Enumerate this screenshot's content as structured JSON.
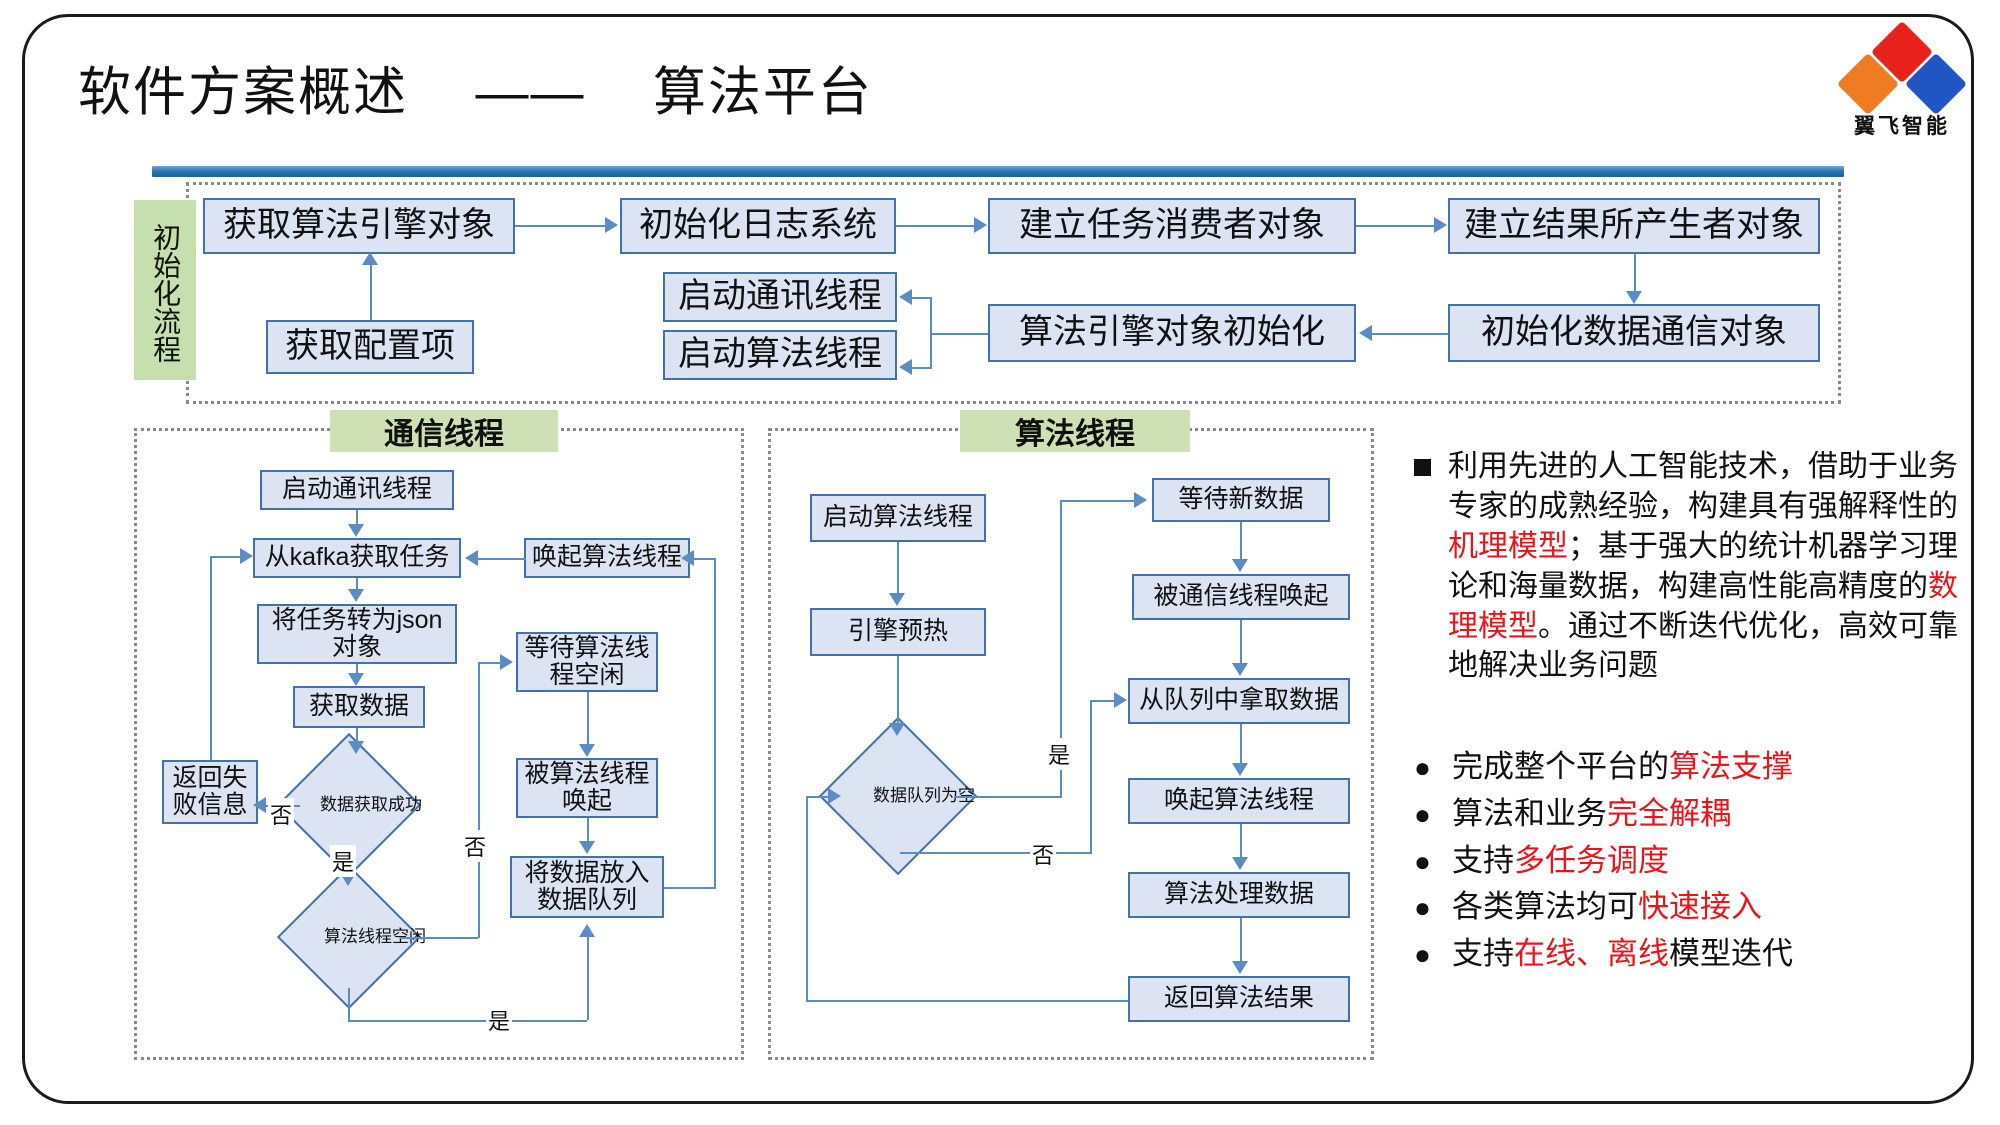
{
  "slide": {
    "title_left": "软件方案概述",
    "title_dash": "——",
    "title_right": "算法平台"
  },
  "logo": {
    "text": "翼飞智能",
    "colors": {
      "top": "#e8211b",
      "left": "#ef7b22",
      "right": "#1f56c4"
    }
  },
  "colors": {
    "box_fill": "#dce3f2",
    "box_border": "#4271ab",
    "connector": "#5b8cc4",
    "green_label": "#c5dfae",
    "green_tab": "#cfe0b4",
    "accent_red": "#e8151a",
    "rule_blue": "#2e75b6"
  },
  "init_flow": {
    "label": "初始化流程",
    "boxes": {
      "b1": "获取算法引擎对象",
      "b2": "获取配置项",
      "b3": "初始化日志系统",
      "b4": "启动通讯线程",
      "b5": "启动算法线程",
      "b6": "建立任务消费者对象",
      "b7": "算法引擎对象初始化",
      "b8": "建立结果所产生者对象",
      "b9": "初始化数据通信对象"
    }
  },
  "comm_thread": {
    "title": "通信线程",
    "boxes": {
      "start": "启动通讯线程",
      "kafka": "从kafka获取任务",
      "tojson": "将任务转为json对象",
      "getdata": "获取数据",
      "fail": "返回失败信息",
      "wake": "唤起算法线程",
      "waitidle": "等待算法线程空闲",
      "wokenby": "被算法线程唤起",
      "enqueue": "将数据放入数据队列"
    },
    "decisions": {
      "d1": "数据获取成功",
      "d2": "算法线程空闲"
    },
    "edge_labels": {
      "no1": "否",
      "yes1": "是",
      "no2": "否",
      "yes2": "是"
    }
  },
  "algo_thread": {
    "title": "算法线程",
    "boxes": {
      "start": "启动算法线程",
      "warm": "引擎预热",
      "waitnew": "等待新数据",
      "wokenby": "被通信线程唤起",
      "dequeue": "从队列中拿取数据",
      "wake": "唤起算法线程",
      "process": "算法处理数据",
      "result": "返回算法结果"
    },
    "decisions": {
      "d1": "数据队列为空"
    },
    "edge_labels": {
      "yes": "是",
      "no": "否"
    }
  },
  "right_panel": {
    "paragraph": [
      {
        "t": "利用先进的人工智能技术，借助于业务专家的成熟经验，构建具有强解释性的",
        "red": false
      },
      {
        "t": "机理模型",
        "red": true
      },
      {
        "t": "；基于强大的统计机器学习理论和海量数据，构建高性能高精度的",
        "red": false
      },
      {
        "t": "数理模型",
        "red": true
      },
      {
        "t": "。通过不断迭代优化，高效可靠地解决业务问题",
        "red": false
      }
    ],
    "bullets": [
      {
        "bullet": "●",
        "parts": [
          {
            "t": "完成整个平台的",
            "red": false
          },
          {
            "t": "算法支撑",
            "red": true
          }
        ]
      },
      {
        "bullet": "●",
        "parts": [
          {
            "t": "算法和业务",
            "red": false
          },
          {
            "t": "完全解耦",
            "red": true
          }
        ]
      },
      {
        "bullet": "●",
        "parts": [
          {
            "t": "支持",
            "red": false
          },
          {
            "t": "多任务调度",
            "red": true
          }
        ]
      },
      {
        "bullet": "●",
        "parts": [
          {
            "t": "各类算法均可",
            "red": false
          },
          {
            "t": "快速接入",
            "red": true
          }
        ]
      },
      {
        "bullet": "●",
        "parts": [
          {
            "t": "支持",
            "red": false
          },
          {
            "t": "在线、离线",
            "red": true
          },
          {
            "t": "模型迭代",
            "red": false
          }
        ]
      }
    ]
  }
}
